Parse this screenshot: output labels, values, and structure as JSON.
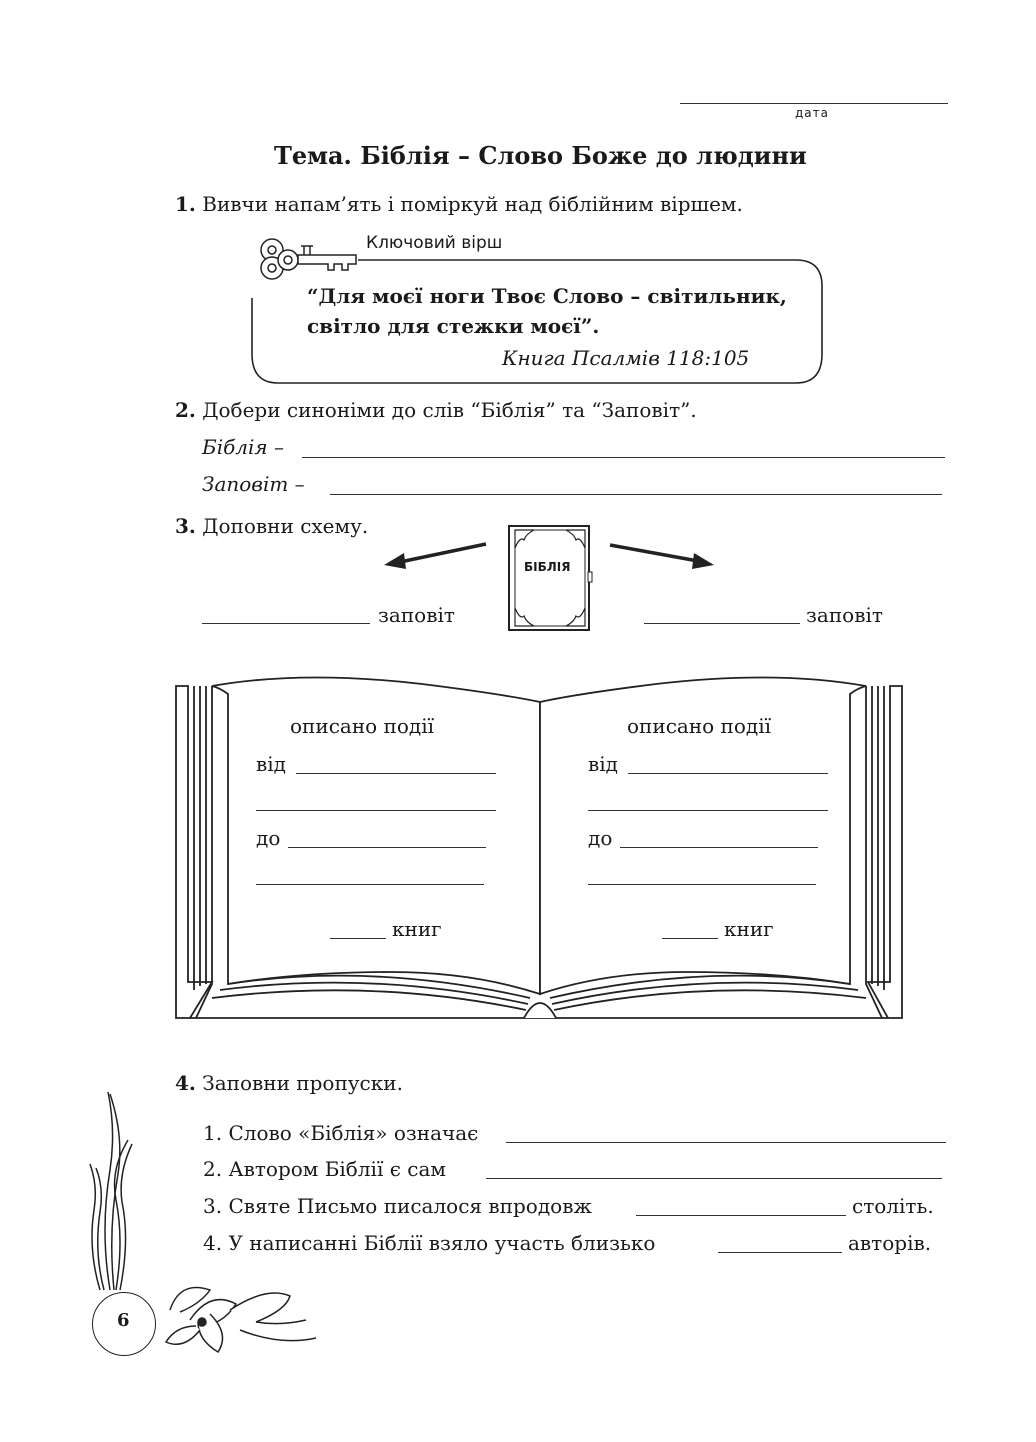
{
  "header": {
    "date_label": "дата"
  },
  "title": "Тема. Біблія – Слово Боже до людини",
  "task1": {
    "number": "1.",
    "text": "Вивчи напам’ять і поміркуй над біблійним віршем.",
    "key_verse_label": "Ключовий вірш",
    "verse_line1": "“Для моєї ноги Твоє Слово – світильник,",
    "verse_line2": "світло для стежки моєї”.",
    "reference": "Книга Псалмів 118:105"
  },
  "task2": {
    "number": "2.",
    "text": "Добери синоніми до слів “Біблія” та “Заповіт”.",
    "label_bible": "Біблія –",
    "label_testament": "Заповіт –"
  },
  "task3": {
    "number": "3.",
    "text": "Доповни схему.",
    "book_label": "БІБЛІЯ",
    "left_suffix": "заповіт",
    "right_suffix": "заповіт",
    "page_heading": "описано події",
    "from_label": "від",
    "to_label": "до",
    "books_label": "книг"
  },
  "task4": {
    "number": "4.",
    "text": "Заповни пропуски.",
    "items": [
      {
        "prefix": "1. Слово «Біблія» означає",
        "suffix": ""
      },
      {
        "prefix": "2. Автором Біблії є сам",
        "suffix": ""
      },
      {
        "prefix": "3. Святе Письмо писалося впродовж",
        "suffix": "століть."
      },
      {
        "prefix": "4. У написанні Біблії взяло участь близько",
        "suffix": "авторів."
      }
    ]
  },
  "page_number": "6"
}
